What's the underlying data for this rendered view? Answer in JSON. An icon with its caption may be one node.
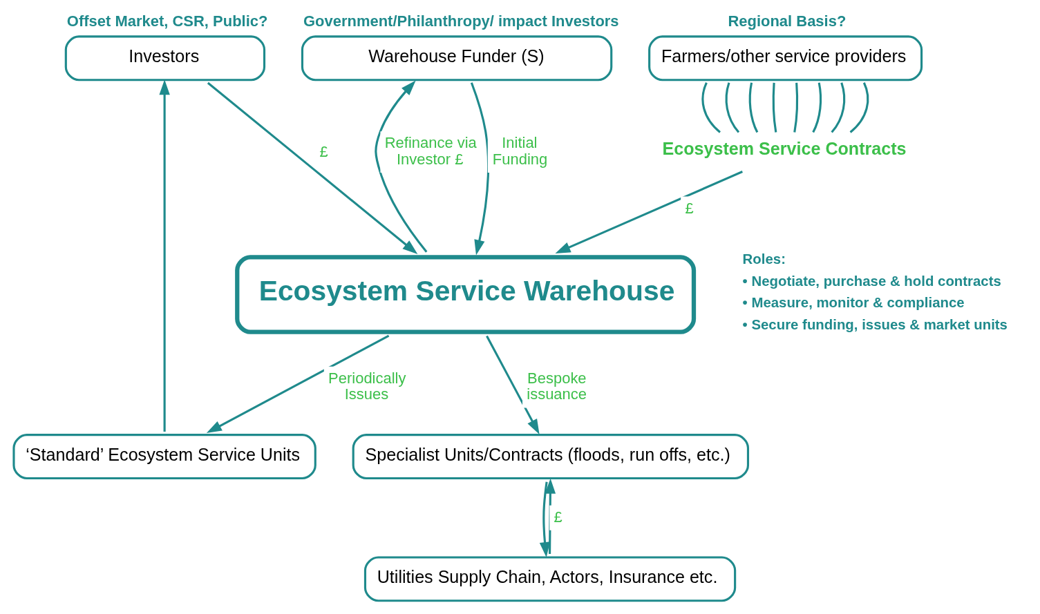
{
  "diagram": {
    "nodes": [
      {
        "text": [
          "Farmers/other service providers"
        ],
        "beside": [
          "Regional Basis?"
        ]
      },
      {
        "text": [
          "Ecosystem Service Contracts"
        ]
      },
      {
        "text": [
          "Warehouse Funder (S)"
        ],
        "beside": [
          "Government/Philanthropy/ impact Investors"
        ]
      },
      {
        "text": [
          "Investors"
        ],
        "beside": [
          "Offset Market, CSR, Public?"
        ]
      },
      {
        "text": [
          "Ecosystem Service Warehouse"
        ]
      },
      {
        "text": [
          "‘Standard’ Ecosystem Service Units"
        ]
      },
      {
        "text": [
          "Specialist Units/Contracts (floods, run offs, etc.)"
        ]
      },
      {
        "text": [
          "Utilities Supply Chain, Actors, Insurance etc."
        ]
      }
    ],
    "edges": [
      {
        "from": 0,
        "to": 1,
        "arrow": "none"
      },
      {
        "from": 0,
        "to": 1,
        "arrow": "none"
      },
      {
        "from": 0,
        "to": 1,
        "arrow": "none"
      },
      {
        "from": 0,
        "to": 1,
        "arrow": "none"
      },
      {
        "from": 0,
        "to": 1,
        "arrow": "none"
      },
      {
        "from": 0,
        "to": 1,
        "arrow": "none"
      },
      {
        "from": 0,
        "to": 1,
        "arrow": "none"
      },
      {
        "from": 0,
        "to": 1,
        "arrow": "none"
      },
      {
        "from": 1,
        "to": 4,
        "arrow": "to",
        "label": "£"
      },
      {
        "from": 2,
        "to": 4,
        "arrow": "to",
        "label": "Initial Funding"
      },
      {
        "from": 4,
        "to": 2,
        "arrow": "to",
        "label": "Refinance via Investor £"
      },
      {
        "from": 3,
        "to": 4,
        "arrow": "to",
        "label": "£"
      },
      {
        "from": 4,
        "to": 5,
        "arrow": "to",
        "label": "Periodically Issues"
      },
      {
        "from": 5,
        "to": 3,
        "arrow": "to"
      },
      {
        "from": 4,
        "to": 6,
        "arrow": "to",
        "label": "Bespoke issuance"
      },
      {
        "from": 7,
        "to": 6,
        "arrow": "to",
        "label": "£"
      },
      {
        "from": 6,
        "to": 7,
        "arrow": "to"
      }
    ],
    "labels": [
      "Roles:",
      "• Negotiate, purchase & hold contracts",
      "• Measure, monitor & compliance",
      "• Secure funding, issues & market units"
    ]
  }
}
